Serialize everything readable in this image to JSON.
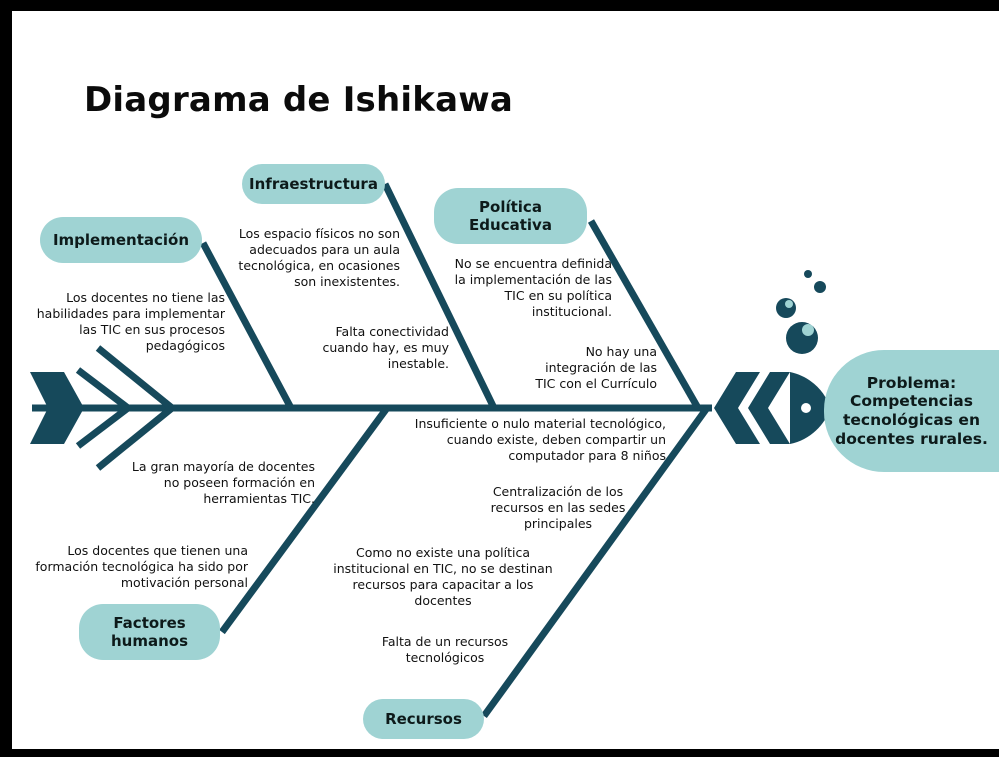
{
  "title": "Diagrama de Ishikawa",
  "colors": {
    "bone": "#16495b",
    "pill": "#9fd3d3",
    "text": "#111111"
  },
  "problem": "Problema:\nCompetencias\ntecnológicas en\ndocentes rurales.",
  "categories": {
    "implementacion": "Implementación",
    "infraestructura": "Infraestructura",
    "politica": "Política\nEducativa",
    "factores": "Factores\nhumanos",
    "recursos": "Recursos"
  },
  "causes": {
    "impl_1": "Los docentes no tiene las\nhabilidades para implementar\nlas TIC en sus procesos\npedagógicos",
    "infra_1": "Los espacio físicos no son\nadecuados para un aula\ntecnológica, en ocasiones\nson inexistentes.",
    "infra_2": "Falta conectividad\ncuando hay, es muy\ninestable.",
    "pol_1": "No se encuentra definida\nla implementación de las\nTIC en su política\ninstitucional.",
    "pol_2": "No hay una\nintegración de las\nTIC  con el Currículo",
    "fact_1": "La gran mayoría de docentes\nno poseen formación en\nherramientas TIC.",
    "fact_2": "Los docentes que tienen una\nformación tecnológica ha sido por\nmotivación personal",
    "rec_1": "Insuficiente o nulo material tecnológico,\ncuando existe, deben compartir un\ncomputador para 8 niños",
    "rec_2": "Centralización de los\nrecursos en las sedes\nprincipales",
    "rec_3": "Como no existe una política\ninstitucional en TIC, no se destinan\nrecursos para capacitar a los\ndocentes",
    "rec_4": "Falta de un recursos\ntecnológicos"
  }
}
